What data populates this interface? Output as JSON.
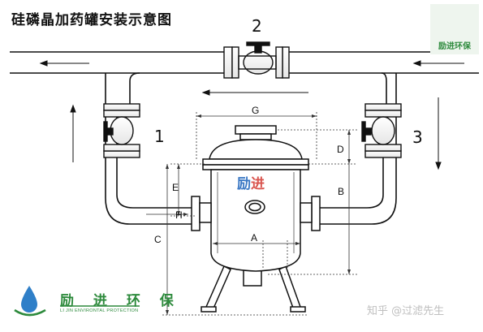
{
  "title": "硅磷晶加药罐安装示意图",
  "valves": {
    "v1": "1",
    "v2": "2",
    "v3": "3"
  },
  "dimensions": {
    "A": "A",
    "B": "B",
    "C": "C",
    "D": "D",
    "E": "E",
    "G": "G",
    "H": "H"
  },
  "tank_logo": {
    "part1": "励",
    "part2": "进"
  },
  "brand": {
    "name_top": "励进环保",
    "name_bottom": "励 进 环 保",
    "english": "LI JIN ENVIRONTAL PROTECTION"
  },
  "watermark": "知乎 @过滤先生",
  "colors": {
    "line": "#111111",
    "brand_green": "#2d8a3c",
    "brand_blue": "#3b78c4",
    "logo_red": "#d9544e"
  }
}
